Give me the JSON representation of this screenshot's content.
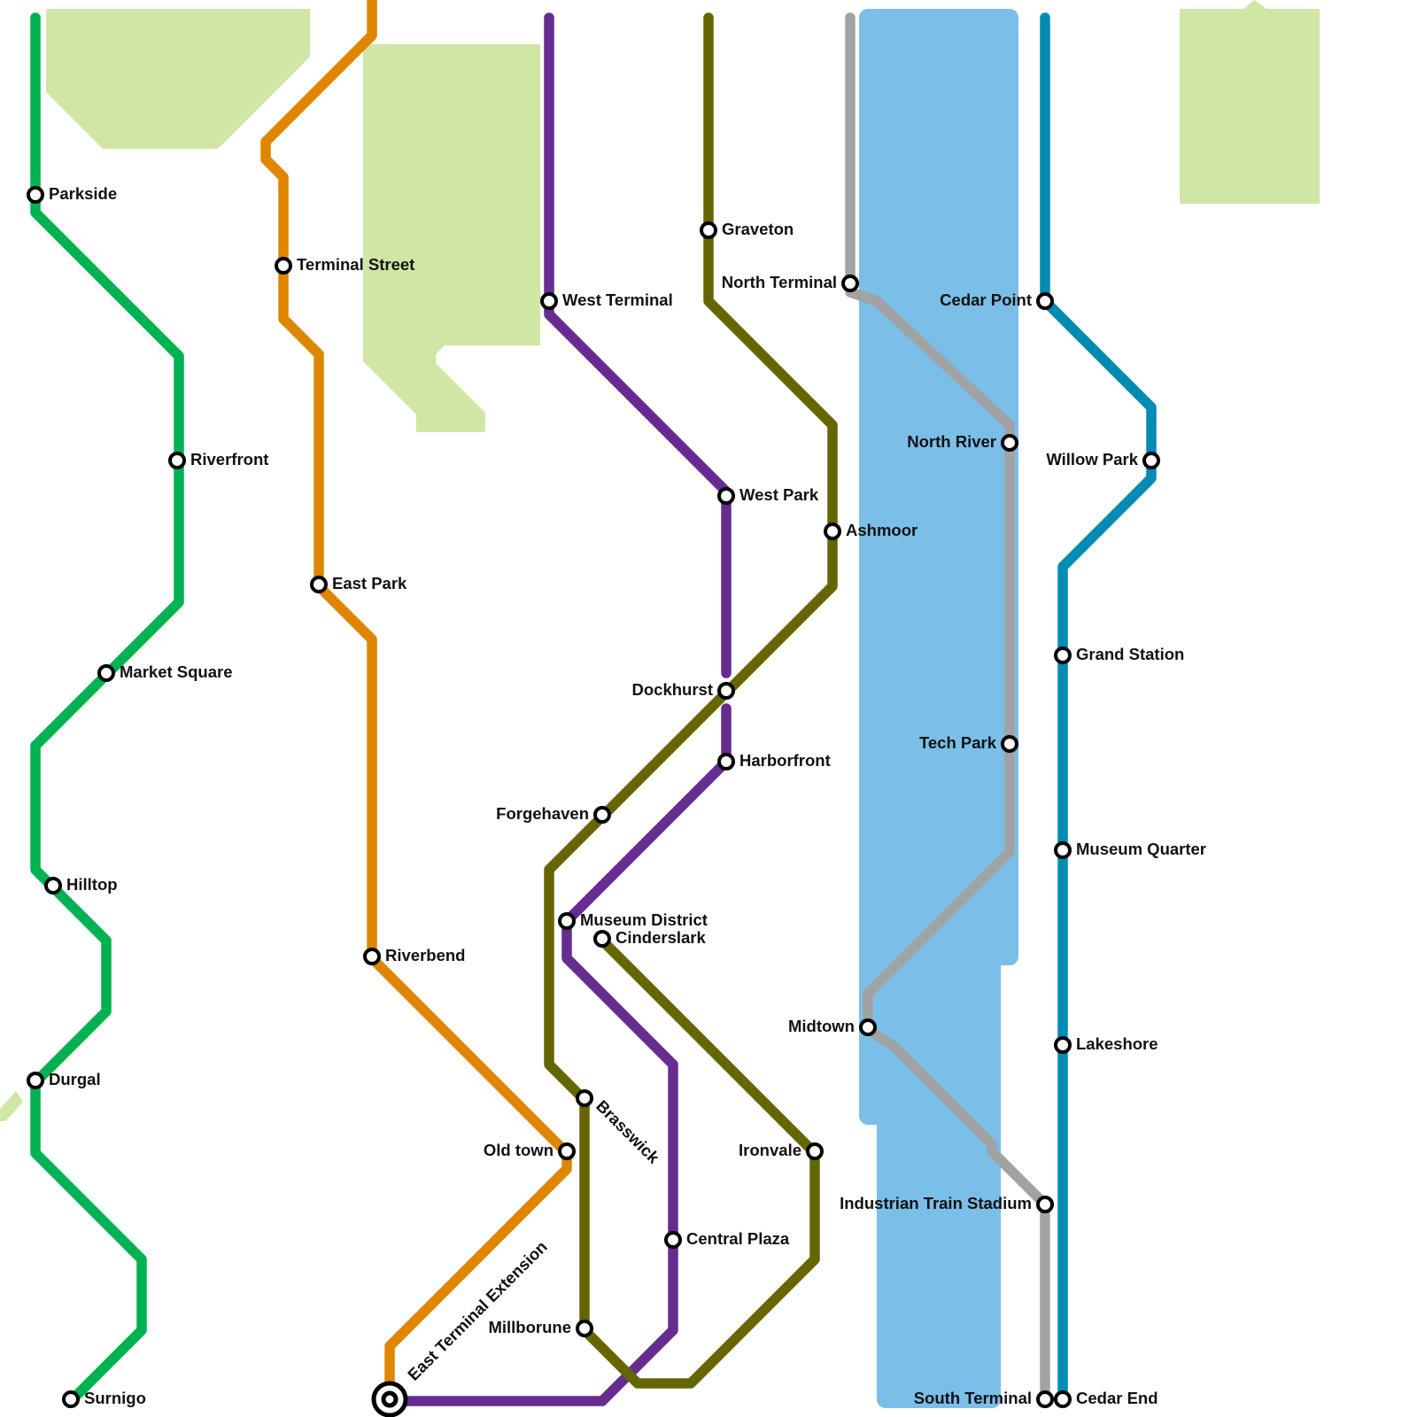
{
  "colors": {
    "background": "#ffffff",
    "park": "#d0e6a5",
    "water": "#7bbee8",
    "station_fill": "#ffffff",
    "station_stroke": "#000000",
    "label": "#111111"
  },
  "lines": [
    {
      "id": "green",
      "color": "#00b251"
    },
    {
      "id": "orange",
      "color": "#df8600"
    },
    {
      "id": "purple",
      "color": "#662c90"
    },
    {
      "id": "olive",
      "color": "#666600"
    },
    {
      "id": "gray",
      "color": "#a1a2a3"
    },
    {
      "id": "blue",
      "color": "#008cb4"
    }
  ],
  "stations": [
    {
      "id": "parkside",
      "name": "Parkside"
    },
    {
      "id": "riverfront",
      "name": "Riverfront"
    },
    {
      "id": "market-square",
      "name": "Market Square"
    },
    {
      "id": "hilltop",
      "name": "Hilltop"
    },
    {
      "id": "durgal",
      "name": "Durgal"
    },
    {
      "id": "surnigo",
      "name": "Surnigo"
    },
    {
      "id": "terminal-street",
      "name": "Terminal Street"
    },
    {
      "id": "east-park",
      "name": "East Park"
    },
    {
      "id": "riverbend",
      "name": "Riverbend"
    },
    {
      "id": "old-town",
      "name": "Old town"
    },
    {
      "id": "east-terminal-extension",
      "name": "East Terminal Extension"
    },
    {
      "id": "west-terminal",
      "name": "West Terminal"
    },
    {
      "id": "west-park",
      "name": "West Park"
    },
    {
      "id": "dockhurst",
      "name": "Dockhurst"
    },
    {
      "id": "harborfront",
      "name": "Harborfront"
    },
    {
      "id": "museum-district",
      "name": "Museum District"
    },
    {
      "id": "central-plaza",
      "name": "Central Plaza"
    },
    {
      "id": "graveton",
      "name": "Graveton"
    },
    {
      "id": "ashmoor",
      "name": "Ashmoor"
    },
    {
      "id": "forgehaven",
      "name": "Forgehaven"
    },
    {
      "id": "brasswick",
      "name": "Brasswick"
    },
    {
      "id": "millborune",
      "name": "Millborune"
    },
    {
      "id": "cinderslark",
      "name": "Cinderslark"
    },
    {
      "id": "ironvale",
      "name": "Ironvale"
    },
    {
      "id": "north-terminal",
      "name": "North Terminal"
    },
    {
      "id": "north-river",
      "name": "North River"
    },
    {
      "id": "tech-park",
      "name": "Tech Park"
    },
    {
      "id": "midtown",
      "name": "Midtown"
    },
    {
      "id": "industrian-train-stadium",
      "name": "Industrian Train Stadium"
    },
    {
      "id": "south-terminal",
      "name": "South Terminal"
    },
    {
      "id": "cedar-point",
      "name": "Cedar Point"
    },
    {
      "id": "willow-park",
      "name": "Willow Park"
    },
    {
      "id": "grand-station",
      "name": "Grand Station"
    },
    {
      "id": "museum-quarter",
      "name": "Museum Quarter"
    },
    {
      "id": "lakeshore",
      "name": "Lakeshore"
    },
    {
      "id": "cedar-end",
      "name": "Cedar End"
    }
  ]
}
